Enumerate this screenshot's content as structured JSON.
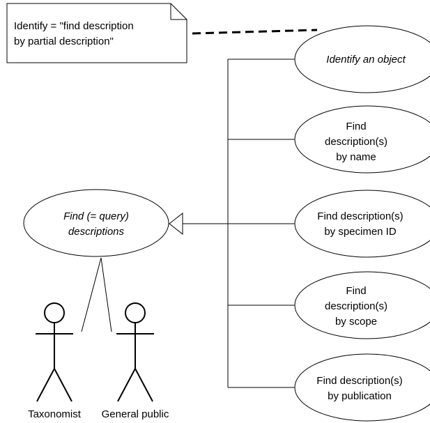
{
  "note": {
    "lines": [
      "Identify = \"find description",
      "by partial description\""
    ]
  },
  "generalization": {
    "parent": {
      "lines": [
        "Find (= query)",
        "descriptions"
      ],
      "italic": true
    },
    "children": [
      {
        "id": "identify",
        "lines": [
          "Identify an object"
        ],
        "italic": true
      },
      {
        "id": "by-name",
        "lines": [
          "Find",
          "description(s)",
          "by name"
        ],
        "italic": false
      },
      {
        "id": "by-specimen",
        "lines": [
          "Find description(s)",
          "by specimen ID"
        ],
        "italic": false
      },
      {
        "id": "by-scope",
        "lines": [
          "Find",
          "description(s)",
          "by scope"
        ],
        "italic": false
      },
      {
        "id": "by-publication",
        "lines": [
          "Find description(s)",
          "by publication"
        ],
        "italic": false
      }
    ]
  },
  "actors": [
    {
      "id": "taxonomist",
      "label": "Taxonomist"
    },
    {
      "id": "general-public",
      "label": "General public"
    }
  ],
  "colors": {
    "stroke": "#000000",
    "background": "#ffffff"
  }
}
